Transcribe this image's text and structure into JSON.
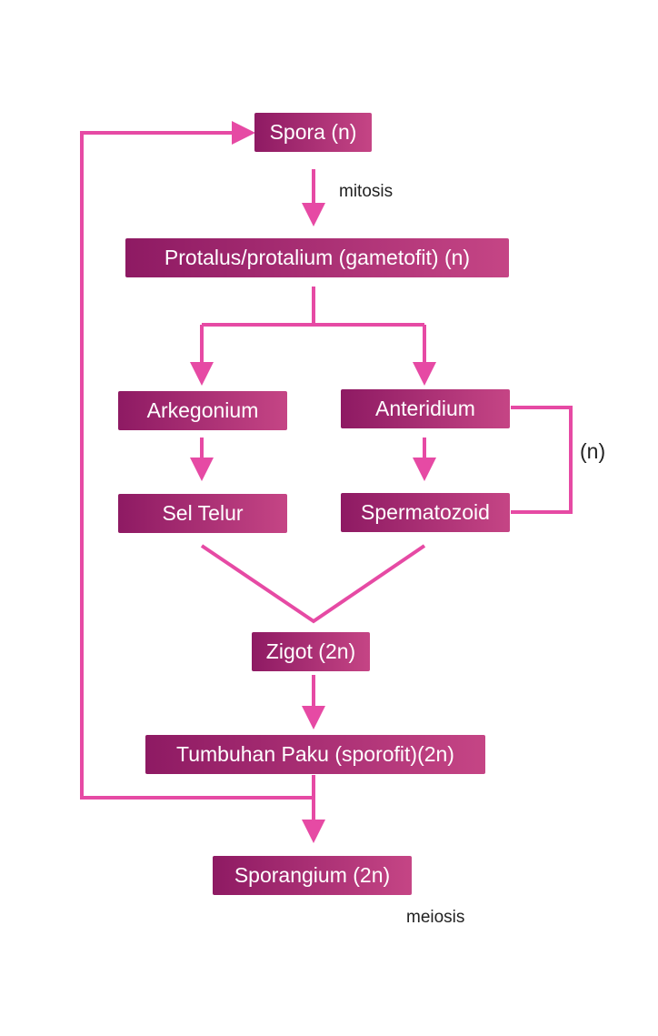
{
  "colors": {
    "node_start": "#8e1a63",
    "node_end": "#c54585",
    "connector": "#e64aa4",
    "text_label": "#222222"
  },
  "nodes": {
    "spora": "Spora (n)",
    "protalus": "Protalus/protalium (gametofit) (n)",
    "arkegonium": "Arkegonium",
    "anteridium": "Anteridium",
    "sel_telur": "Sel Telur",
    "spermatozoid": "Spermatozoid",
    "zigot": "Zigot (2n)",
    "tumbuhan_paku": "Tumbuhan Paku (sporofit)(2n)",
    "sporangium": "Sporangium (2n)"
  },
  "labels": {
    "mitosis": "mitosis",
    "haploid_bracket": "(n)",
    "meiosis": "meiosis"
  }
}
